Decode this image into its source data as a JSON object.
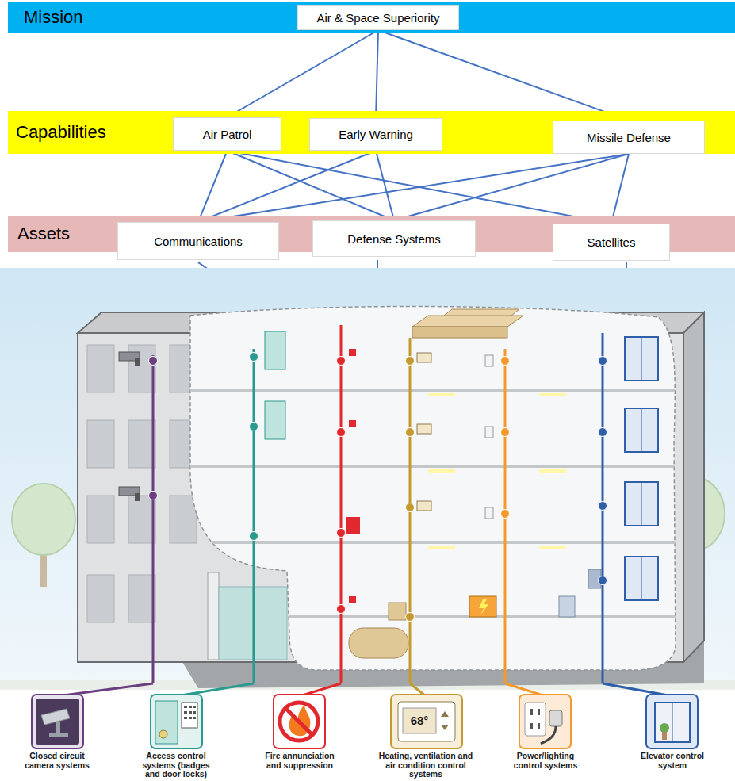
{
  "diagram": {
    "nodes": [
      {
        "text": [
          "Mission"
        ]
      },
      {
        "text": [
          "Air & Space Superiority"
        ],
        "in": 0
      },
      {
        "text": [
          "Capabilities"
        ]
      },
      {
        "text": [
          "Air Patrol"
        ],
        "in": 2
      },
      {
        "text": [
          "Early Warning"
        ],
        "in": 2
      },
      {
        "text": [
          "Missile Defense"
        ],
        "in": 2
      },
      {
        "text": [
          "Assets"
        ]
      },
      {
        "text": [
          "Communications"
        ],
        "in": 6
      },
      {
        "text": [
          "Defense Systems"
        ],
        "in": 6
      },
      {
        "text": [
          "Satellites"
        ],
        "in": 6
      }
    ],
    "edges": [
      {
        "from": 1,
        "to": 3,
        "arrow": "none"
      },
      {
        "from": 1,
        "to": 4,
        "arrow": "none"
      },
      {
        "from": 1,
        "to": 5,
        "arrow": "none"
      },
      {
        "from": 3,
        "to": 7,
        "arrow": "none"
      },
      {
        "from": 3,
        "to": 8,
        "arrow": "none"
      },
      {
        "from": 3,
        "to": 9,
        "arrow": "none"
      },
      {
        "from": 4,
        "to": 7,
        "arrow": "none"
      },
      {
        "from": 4,
        "to": 8,
        "arrow": "none"
      },
      {
        "from": 5,
        "to": 7,
        "arrow": "none"
      },
      {
        "from": 5,
        "to": 8,
        "arrow": "none"
      },
      {
        "from": 5,
        "to": 9,
        "arrow": "none"
      }
    ],
    "labels": [
      "68°",
      "Closed circuit camera systems",
      "Access control systems (badges and door locks)",
      "Fire annunciation and suppression",
      "Heating, ventilation and air condition control systems",
      "Power/lighting control systems",
      "Elevator control system"
    ]
  }
}
